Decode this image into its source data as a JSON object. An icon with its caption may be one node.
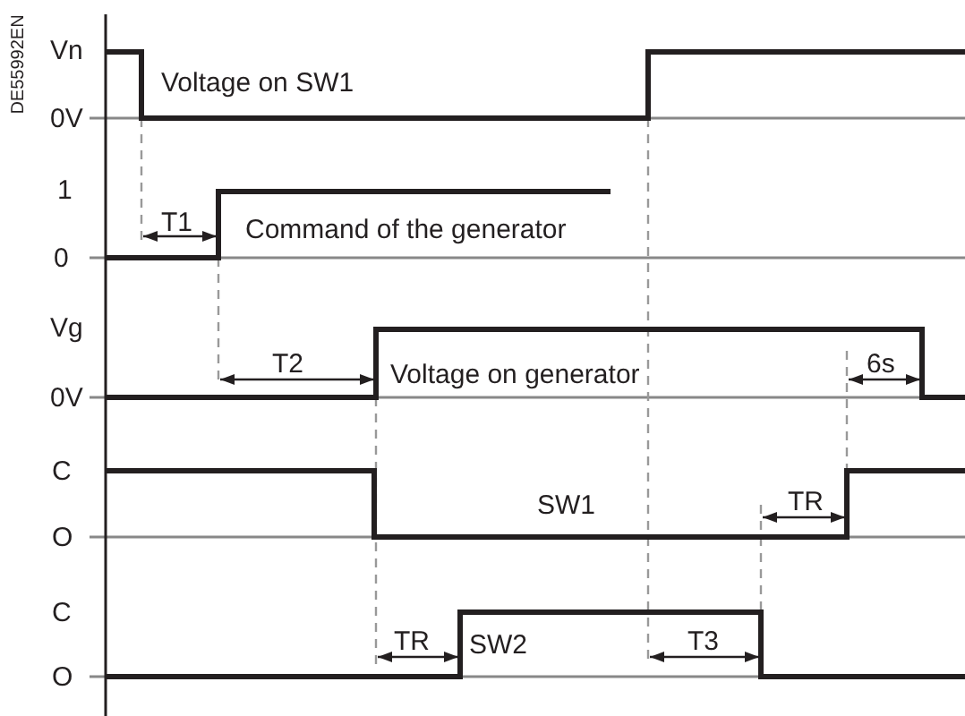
{
  "diagram": {
    "labels": [
      "DE55992EN",
      "Vn",
      "Voltage on SW1",
      "0V",
      "1",
      "T1",
      "Command of the generator",
      "0",
      "Vg",
      "T2",
      "Voltage on generator",
      "6s",
      "0V",
      "C",
      "SW1",
      "TR",
      "O",
      "C",
      "TR",
      "SW2",
      "T3",
      "O"
    ]
  }
}
